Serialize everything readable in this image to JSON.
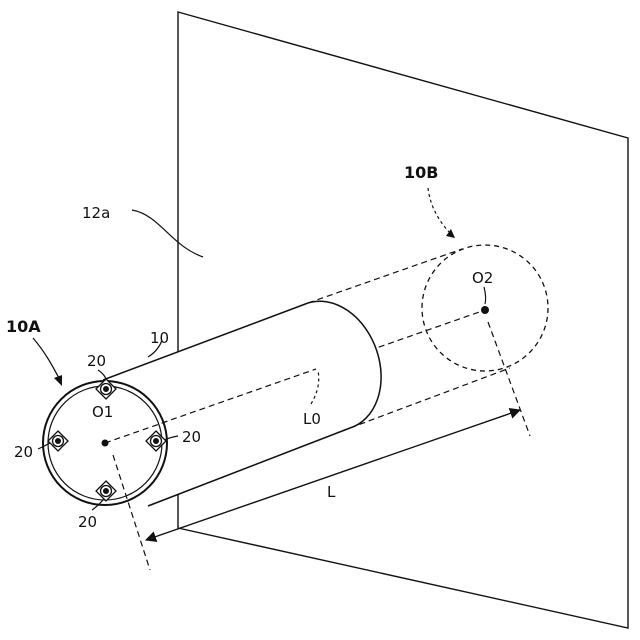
{
  "labels": {
    "wall": "12a",
    "pipe_end_a": "10A",
    "pipe_end_b": "10B",
    "pipe": "10",
    "center_a": "O1",
    "center_b": "O2",
    "axis": "L0",
    "length": "L",
    "sensor_top": "20",
    "sensor_left": "20",
    "sensor_right": "20",
    "sensor_bottom": "20"
  },
  "colors": {
    "stroke": "#111111",
    "background": "#ffffff"
  }
}
